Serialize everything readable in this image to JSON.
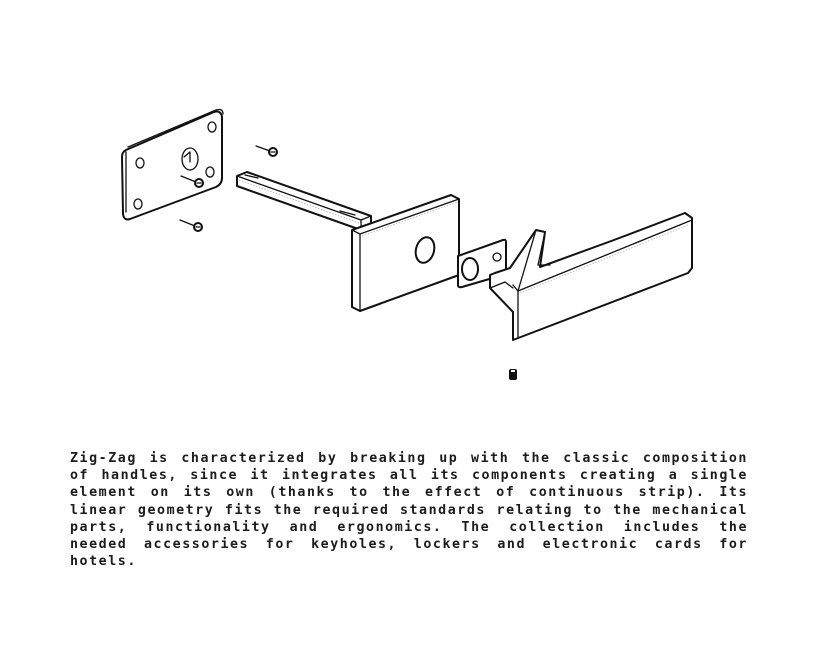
{
  "illustration": {
    "subject": "exploded view of Zig-Zag door handle set",
    "parts": [
      "rosette-back-plate",
      "mounting-screw",
      "mounting-screw",
      "mounting-screw",
      "square-spindle",
      "rectangular-rosette-cover",
      "bushing-plate",
      "zig-zag-lever-handle",
      "grub-screw"
    ],
    "line_color": "#111111",
    "background": "#ffffff"
  },
  "description": {
    "text": "Zig-Zag is characterized by breaking up with the classic composition of handles, since it integrates all its components creating a single element on its own (thanks to the effect of continuous strip).  Its linear geometry fits the required standards relating to the mechanical parts, functionality and ergonomics.  The collection includes the needed accessories for keyholes, lockers and electronic cards for hotels."
  }
}
